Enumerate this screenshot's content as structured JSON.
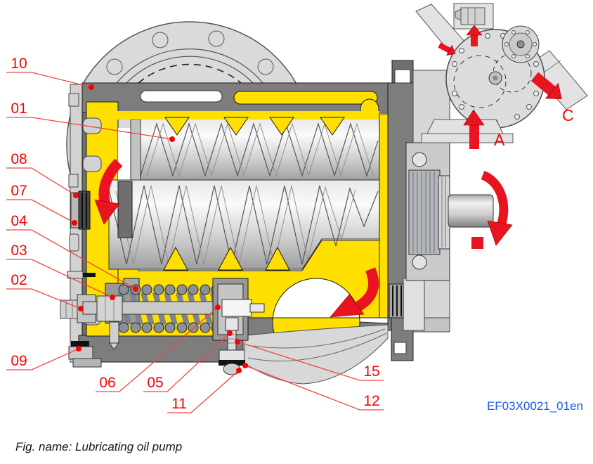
{
  "figure": {
    "caption": "Fig. name: Lubricating oil pump",
    "doc_code": "EF03X0021_01en"
  },
  "callouts": [
    {
      "label": "10"
    },
    {
      "label": "01"
    },
    {
      "label": "08"
    },
    {
      "label": "07"
    },
    {
      "label": "04"
    },
    {
      "label": "03"
    },
    {
      "label": "02"
    },
    {
      "label": "09"
    },
    {
      "label": "06"
    },
    {
      "label": "05"
    },
    {
      "label": "11"
    },
    {
      "label": "15"
    },
    {
      "label": "12"
    }
  ],
  "inset": {
    "flow_in_label": "A",
    "flow_out_label": "C"
  },
  "colors": {
    "callout_red": "#f40404",
    "arrow_red": "#ea1420",
    "oil_yellow": "#ffdf00",
    "housing_gray": "#7d7d7d",
    "flange_gray": "#dadada",
    "doc_code_blue": "#1a5ce8"
  }
}
